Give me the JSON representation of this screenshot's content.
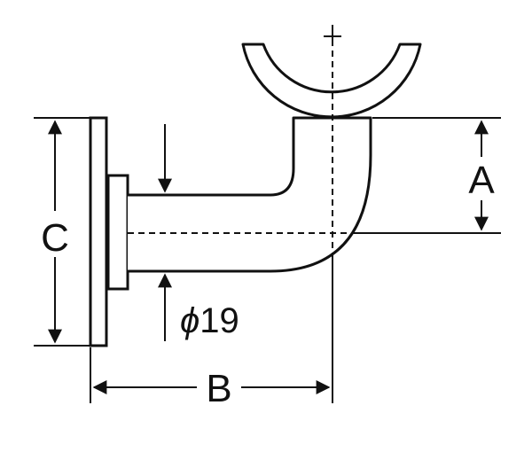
{
  "labels": {
    "A": "A",
    "B": "B",
    "C": "C",
    "diameter_symbol": "ϕ",
    "diameter_value": "19"
  }
}
